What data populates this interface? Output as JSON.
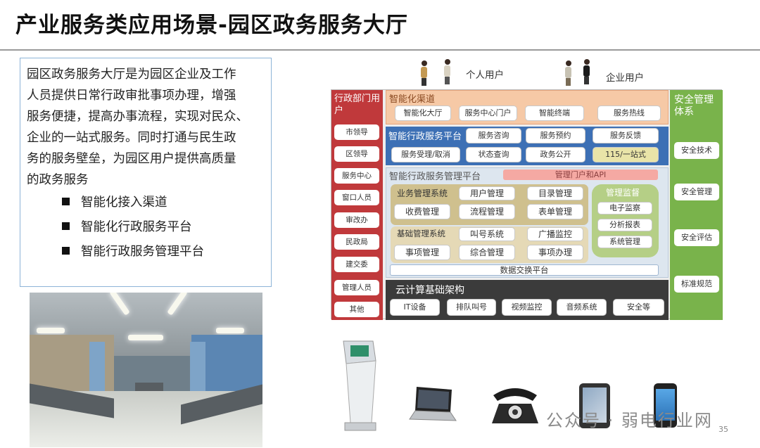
{
  "title": "产业服务类应用场景-园区政务服务大厅",
  "intro": {
    "lines": [
      "园区政务服务大厅是为园区企业及工作",
      "人员提供日常行政审批事项办理，增强",
      "服务便捷，提高办事流程，实现对民众、",
      "企业的一站式服务。同时打通与民生政",
      "务的服务壁垒，为园区用户提供高质量",
      "的政务服务"
    ],
    "bullets": [
      "智能化接入渠道",
      "智能化行政服务平台",
      "智能行政服务管理平台"
    ]
  },
  "users": {
    "personal": "个人用户",
    "enterprise": "企业用户"
  },
  "diagram": {
    "left": {
      "header": "行政部门用户",
      "items": [
        "市领导",
        "区领导",
        "服务中心",
        "窗口人员",
        "审改办",
        "民政局",
        "建交委",
        "管理人员",
        "其他"
      ]
    },
    "right": {
      "header": "安全管理体系",
      "items": [
        "安全技术",
        "安全管理",
        "安全评估",
        "标准规范"
      ]
    },
    "channel": {
      "header": "智能化渠道",
      "items": [
        "智能化大厅",
        "服务中心门户",
        "智能终端",
        "服务热线"
      ]
    },
    "platform": {
      "header": "智能行政服务平台",
      "row1": [
        "服务咨询",
        "服务预约",
        "服务反馈"
      ],
      "row2": [
        "服务受理/取消",
        "状态查询",
        "政务公开",
        "115/一站式"
      ]
    },
    "mgmt": {
      "header": "智能行政服务管理平台",
      "portal": "管理门户和API",
      "business": {
        "label": "业务管理系统",
        "items": [
          "用户管理",
          "目录管理",
          "收费管理",
          "流程管理",
          "表单管理"
        ]
      },
      "base": {
        "label": "基础管理系统",
        "items": [
          "叫号系统",
          "广播监控",
          "事项管理",
          "综合管理",
          "事项办理"
        ]
      },
      "monitor": {
        "label": "管理监督",
        "items": [
          "电子监察",
          "分析报表",
          "系统管理"
        ]
      },
      "exchange": "数据交换平台"
    },
    "cloud": {
      "header": "云计算基础架构",
      "items": [
        "IT设备",
        "排队叫号",
        "视频监控",
        "音频系统",
        "安全等"
      ]
    }
  },
  "watermark": "公众号 · 弱电行业网",
  "page_number": "35"
}
